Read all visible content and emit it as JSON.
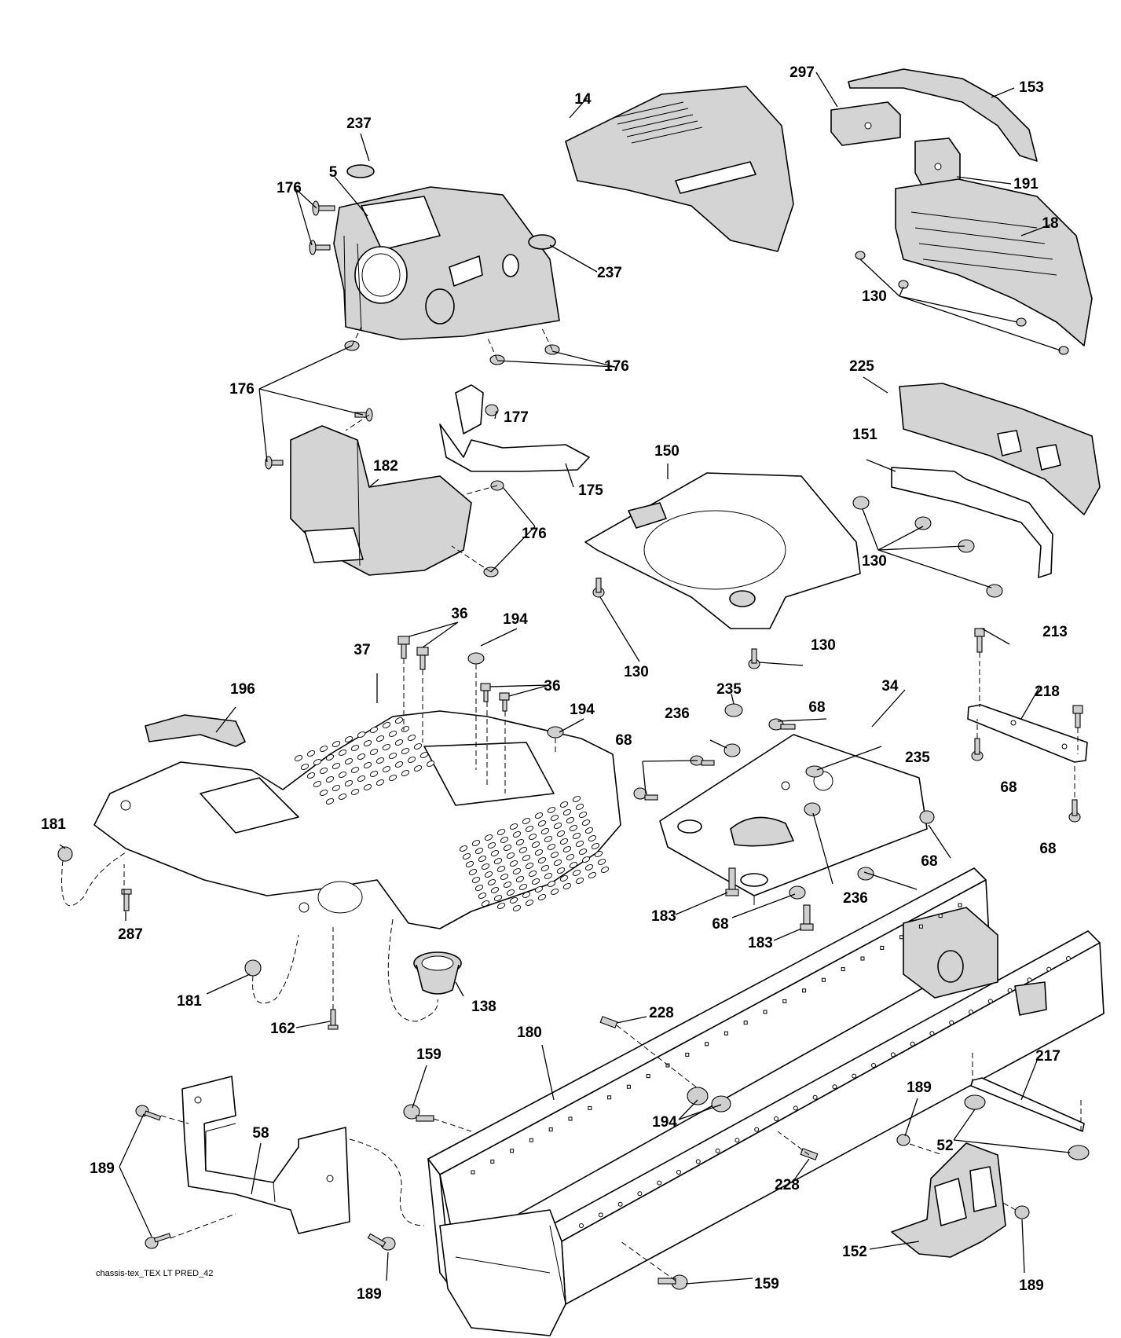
{
  "diagram": {
    "callouts": [
      {
        "id": "c14",
        "text": "14"
      },
      {
        "id": "c297",
        "text": "297"
      },
      {
        "id": "c153",
        "text": "153"
      },
      {
        "id": "c191",
        "text": "191"
      },
      {
        "id": "c18",
        "text": "18"
      },
      {
        "id": "c130a",
        "text": "130"
      },
      {
        "id": "c237a",
        "text": "237"
      },
      {
        "id": "c5",
        "text": "5"
      },
      {
        "id": "c176a",
        "text": "176"
      },
      {
        "id": "c237b",
        "text": "237"
      },
      {
        "id": "c176b",
        "text": "176"
      },
      {
        "id": "c176c",
        "text": "176"
      },
      {
        "id": "c177",
        "text": "177"
      },
      {
        "id": "c182",
        "text": "182"
      },
      {
        "id": "c175",
        "text": "175"
      },
      {
        "id": "c176d",
        "text": "176"
      },
      {
        "id": "c150",
        "text": "150"
      },
      {
        "id": "c225",
        "text": "225"
      },
      {
        "id": "c151",
        "text": "151"
      },
      {
        "id": "c130b",
        "text": "130"
      },
      {
        "id": "c130c",
        "text": "130"
      },
      {
        "id": "c130d",
        "text": "130"
      },
      {
        "id": "c36a",
        "text": "36"
      },
      {
        "id": "c194a",
        "text": "194"
      },
      {
        "id": "c36b",
        "text": "36"
      },
      {
        "id": "c194b",
        "text": "194"
      },
      {
        "id": "c37",
        "text": "37"
      },
      {
        "id": "c196",
        "text": "196"
      },
      {
        "id": "c235a",
        "text": "235"
      },
      {
        "id": "c236a",
        "text": "236"
      },
      {
        "id": "c68a",
        "text": "68"
      },
      {
        "id": "c34",
        "text": "34"
      },
      {
        "id": "c68b",
        "text": "68"
      },
      {
        "id": "c235b",
        "text": "235"
      },
      {
        "id": "c213",
        "text": "213"
      },
      {
        "id": "c218",
        "text": "218"
      },
      {
        "id": "c68c",
        "text": "68"
      },
      {
        "id": "c68d",
        "text": "68"
      },
      {
        "id": "c68e",
        "text": "68"
      },
      {
        "id": "c236b",
        "text": "236"
      },
      {
        "id": "c183a",
        "text": "183"
      },
      {
        "id": "c68f",
        "text": "68"
      },
      {
        "id": "c183b",
        "text": "183"
      },
      {
        "id": "c181a",
        "text": "181"
      },
      {
        "id": "c287",
        "text": "287"
      },
      {
        "id": "c181b",
        "text": "181"
      },
      {
        "id": "c162",
        "text": "162"
      },
      {
        "id": "c138",
        "text": "138"
      },
      {
        "id": "c228a",
        "text": "228"
      },
      {
        "id": "c180",
        "text": "180"
      },
      {
        "id": "c159a",
        "text": "159"
      },
      {
        "id": "c194c",
        "text": "194"
      },
      {
        "id": "c217",
        "text": "217"
      },
      {
        "id": "c189a",
        "text": "189"
      },
      {
        "id": "c52",
        "text": "52"
      },
      {
        "id": "c58",
        "text": "58"
      },
      {
        "id": "c189b",
        "text": "189"
      },
      {
        "id": "c228b",
        "text": "228"
      },
      {
        "id": "c159b",
        "text": "159"
      },
      {
        "id": "c152",
        "text": "152"
      },
      {
        "id": "c189c",
        "text": "189"
      },
      {
        "id": "c189d",
        "text": "189"
      }
    ],
    "caption": "chassis-tex_TEX LT PRED_42"
  }
}
